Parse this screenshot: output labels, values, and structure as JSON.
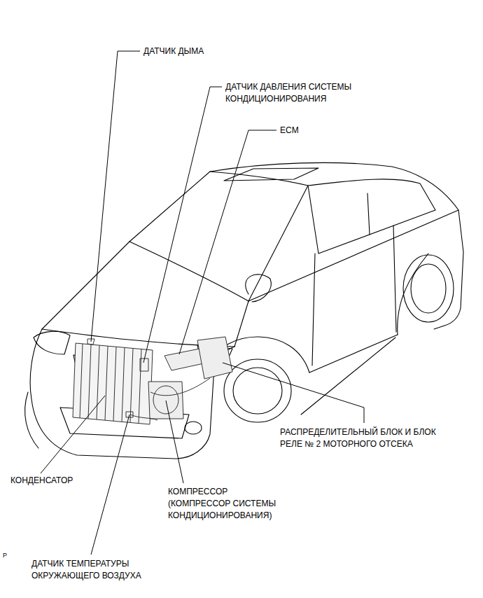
{
  "diagram": {
    "labels": [
      "ДАТЧИК ДЫМА",
      "ДАТЧИК ДАВЛЕНИЯ СИСТЕМЫ КОНДИЦИОНИРОВАНИЯ",
      "ECM",
      "РАСПРЕДЕЛИТЕЛЬНЫЙ БЛОК И БЛОК РЕЛЕ № 2 МОТОРНОГО ОТСЕКА",
      "КОНДЕНСАТОР",
      "КОМПРЕССОР (КОМПРЕССОР СИСТЕМЫ КОНДИЦИОНИРОВАНИЯ)",
      "ДАТЧИК ТЕМПЕРАТУРЫ ОКРУЖАЮЩЕГО ВОЗДУХА",
      "P"
    ]
  }
}
